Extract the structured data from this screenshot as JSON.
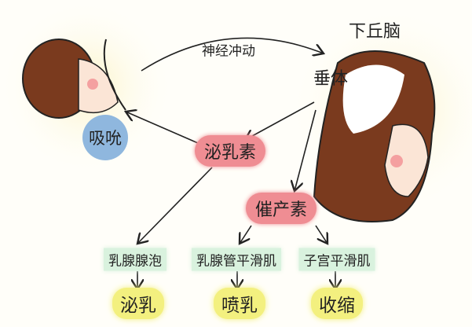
{
  "nerve_impulse": "神经冲动",
  "hypothalamus": "下丘脑",
  "pituitary": "垂体",
  "suckling": "吸吮",
  "prolactin": "泌乳素",
  "oxytocin": "催产素",
  "targets": [
    "乳腺腺泡",
    "乳腺管平滑肌",
    "子宫平滑肌"
  ],
  "effects": [
    "泌乳",
    "喷乳",
    "收缩"
  ],
  "colors": {
    "hormone": "#ef8d93",
    "target": "#d9f2de",
    "effect": "#f3f07f",
    "suckling": "#8fb7de",
    "hair": "#7a3a1e"
  }
}
